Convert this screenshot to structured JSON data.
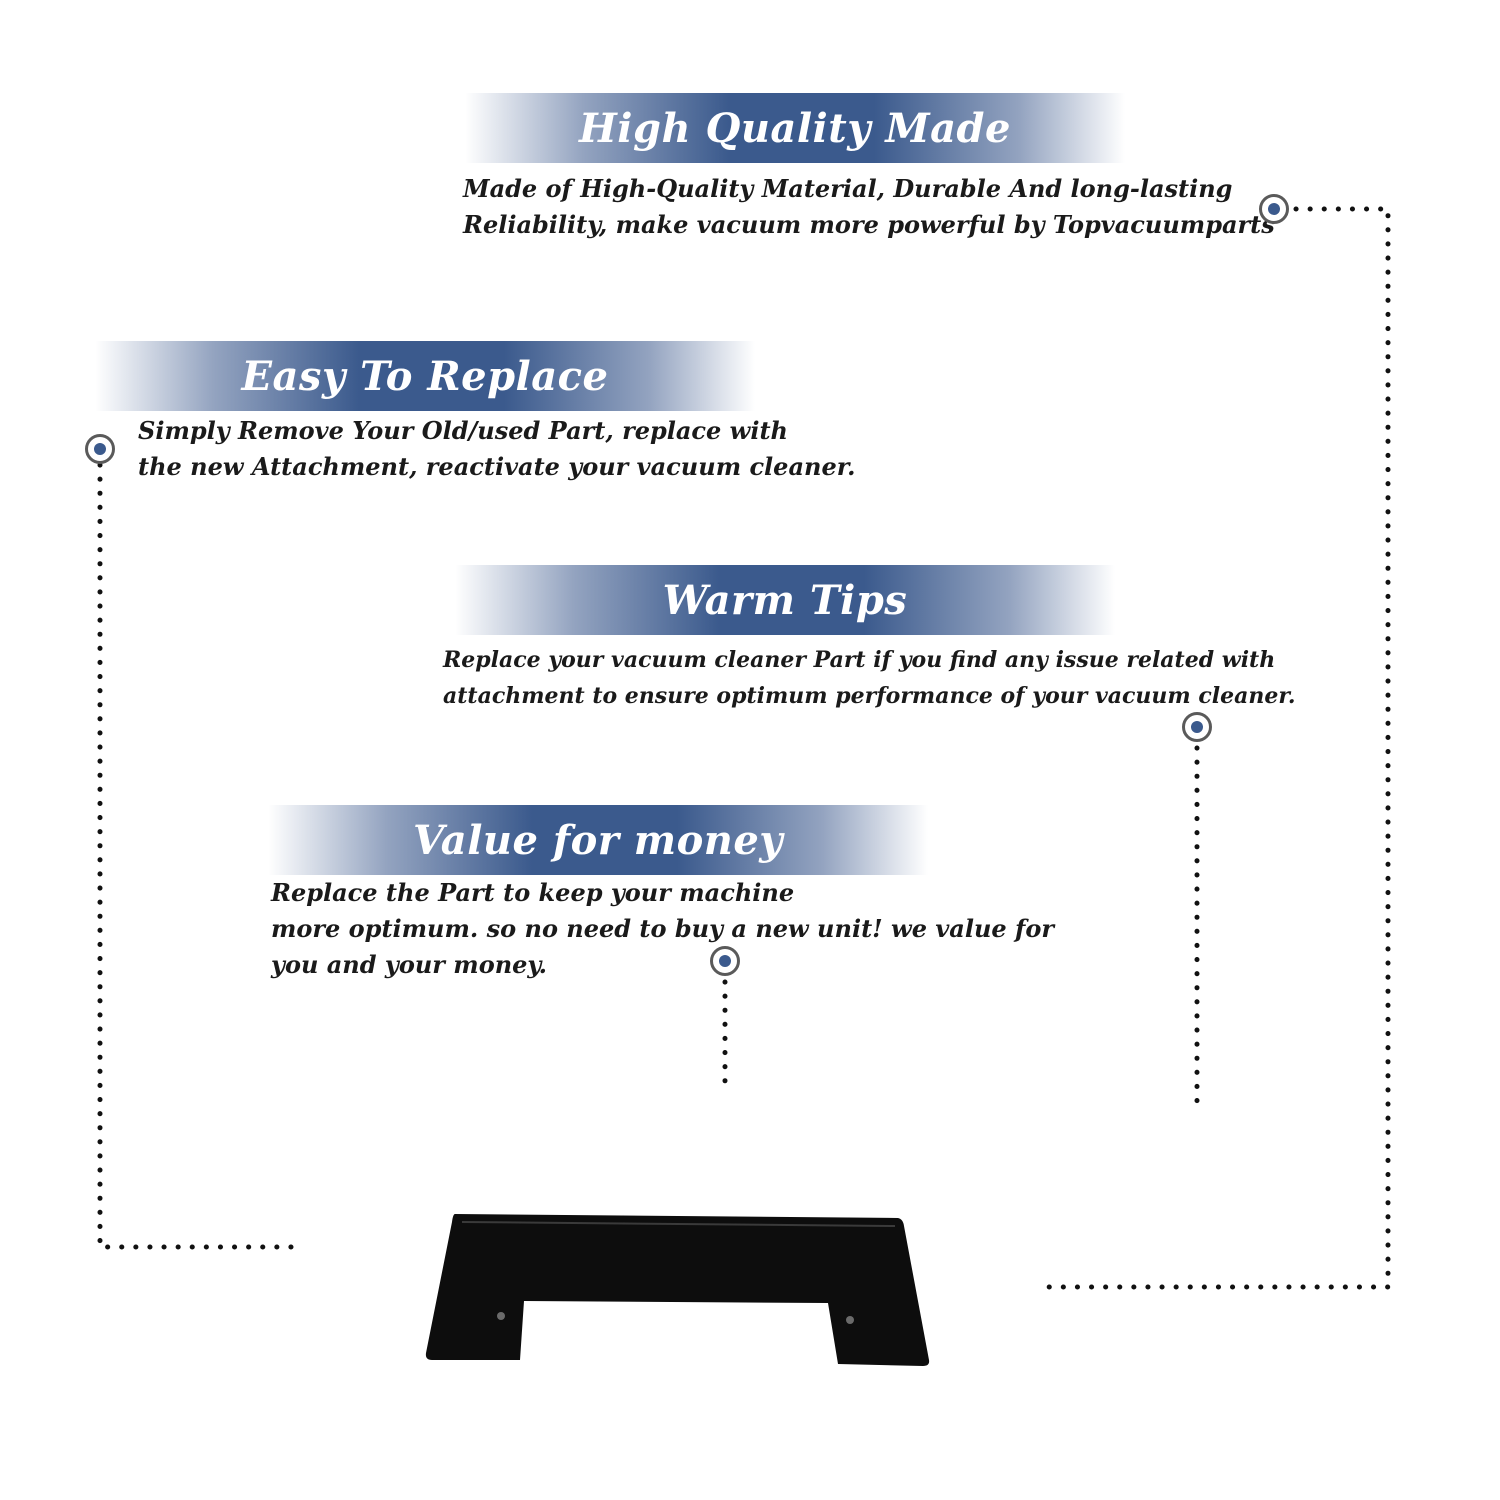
{
  "sections": [
    {
      "title": "High Quality Made",
      "lines": [
        "Made of  High-Quality Material, Durable And long-lasting",
        "Reliability, make vacuum more powerful by Topvacuumparts"
      ]
    },
    {
      "title": "Easy To Replace",
      "lines": [
        "Simply Remove Your Old/used Part, replace with",
        "the new Attachment, reactivate your vacuum cleaner."
      ]
    },
    {
      "title": "Warm Tips",
      "lines": [
        "Replace your vacuum cleaner Part if you find any issue related with",
        " attachment to ensure optimum performance of your vacuum cleaner."
      ]
    },
    {
      "title": "Value for money",
      "lines": [
        "Replace the Part to keep your machine",
        "more optimum. so no need to buy a new unit! we value for",
        "you and your money."
      ]
    }
  ],
  "colors": {
    "banner": "#3b5a8d",
    "bullet_core": "#3b5a8d",
    "bullet_ring": "#5a5a5a",
    "text": "#1a1a1a",
    "product": "#0d0d0d"
  },
  "product_image": "black-vacuum-inlet-trim-plate"
}
